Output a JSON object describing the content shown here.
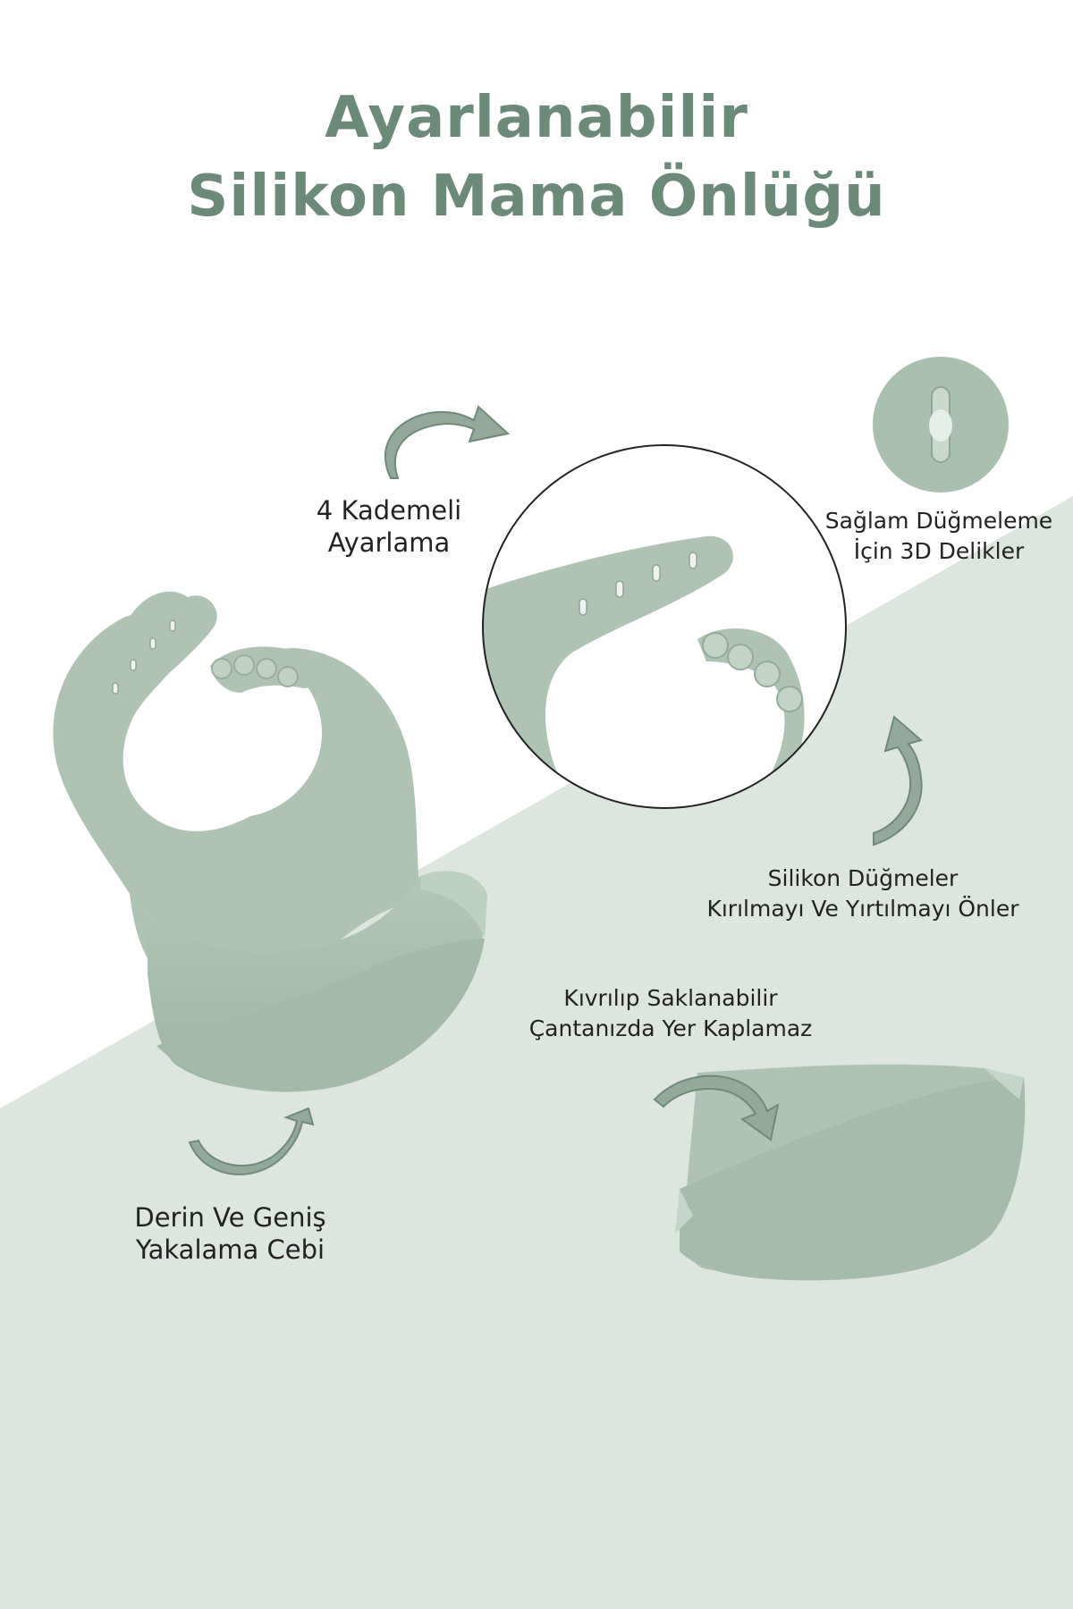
{
  "title": {
    "line1": "Ayarlanabilir",
    "line2": "Silikon Mama Önlüğü"
  },
  "features": {
    "adjust": {
      "line1": "4 Kademeli",
      "line2": "Ayarlama"
    },
    "holes": {
      "line1": "Sağlam Düğmeleme",
      "line2": "İçin 3D Delikler"
    },
    "buttons": {
      "line1": "Silikon Düğmeler",
      "line2": "Kırılmayı Ve Yırtılmayı Önler"
    },
    "fold": {
      "line1": "Kıvrılıp Saklanabilir",
      "line2": "Çantanızda Yer Kaplamaz"
    },
    "pocket": {
      "line1": "Derin Ve Geniş",
      "line2": "Yakalama Cebi"
    }
  },
  "colors": {
    "title": "#6b8a79",
    "background_band": "#dde6de",
    "silicone": "#a9bfb0",
    "arrow": "#8fa598"
  },
  "icons": [
    "curved-arrow-icon"
  ]
}
